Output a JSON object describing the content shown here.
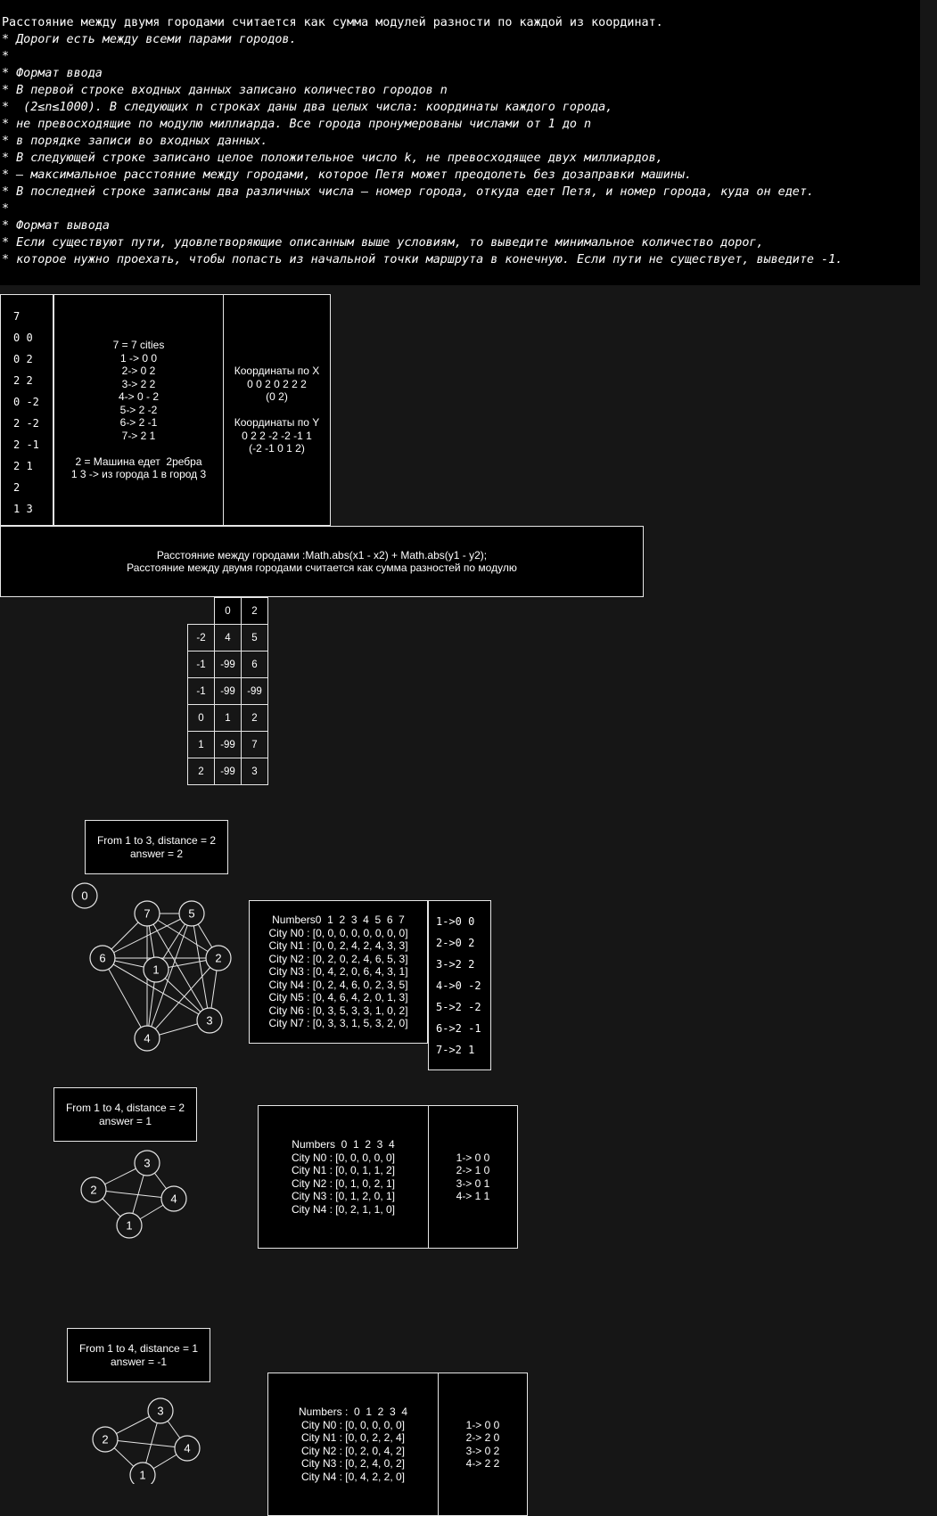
{
  "description": {
    "lines": [
      "Расстояние между двумя городами считается как сумма модулей разности по каждой из координат.",
      "* Дороги есть между всеми парами городов.",
      "*",
      "* Формат ввода",
      "* В первой строке входных данных записано количество городов n",
      "*  (2≤n≤1000). В следующих n строках даны два целых числа: координаты каждого города,",
      "* не превосходящие по модулю миллиарда. Все города пронумерованы числами от 1 до n",
      "* в порядке записи во входных данных.",
      "* В следующей строке записано целое положительное число k, не превосходящее двух миллиардов,",
      "* — максимальное расстояние между городами, которое Петя может преодолеть без дозаправки машины.",
      "* В последней строке записаны два различных числа — номер города, откуда едет Петя, и номер города, куда он едет.",
      "*",
      "* Формат вывода",
      "* Если существуют пути, удовлетворяющие описанным выше условиям, то выведите минимальное количество дорог,",
      "* которое нужно проехать, чтобы попасть из начальной точки маршрута в конечную. Если пути не существует, выведите -1."
    ]
  },
  "input_example": {
    "lines": [
      "7",
      "0 0",
      "0 2",
      "2 2",
      "0 -2",
      "2 -2",
      "2 -1",
      "2 1",
      "2",
      "1 3"
    ]
  },
  "explanation": {
    "text": "7 = 7 cities\n1 -> 0 0\n2-> 0 2\n3-> 2 2\n4-> 0 - 2\n5-> 2 -2\n6-> 2 -1\n7-> 2 1\n\n2 = Машина едет  2ребра\n1 3 -> из города 1 в город 3"
  },
  "coords": {
    "text": "Координаты по X\n0 0 2 0 2 2 2\n(0 2)\n\nКоординаты по Y\n0 2 2 -2 -2 -1 1\n(-2 -1 0 1 2)"
  },
  "distance_note": {
    "text": "Расстояние между городами :Math.abs(x1 - x2) + Math.abs(y1 - y2);\nРасстояние между двумя городами считается как сумма разностей по модулю"
  },
  "grid": {
    "header": [
      "",
      "0",
      "2"
    ],
    "rows": [
      [
        "-2",
        "4",
        "5"
      ],
      [
        "-1",
        "-99",
        "6"
      ],
      [
        "-1",
        "-99",
        "-99"
      ],
      [
        "0",
        "1",
        "2"
      ],
      [
        "1",
        "-99",
        "7"
      ],
      [
        "2",
        "-99",
        "3"
      ]
    ]
  },
  "example1": {
    "result": "From 1 to 3, distance = 2\nanswer = 2",
    "isolated_node": "0",
    "matrix": "Numbers0  1  2  3  4  5  6  7\nCity N0 : [0, 0, 0, 0, 0, 0, 0, 0]\nCity N1 : [0, 0, 2, 4, 2, 4, 3, 3]\nCity N2 : [0, 2, 0, 2, 4, 6, 5, 3]\nCity N3 : [0, 4, 2, 0, 6, 4, 3, 1]\nCity N4 : [0, 2, 4, 6, 0, 2, 3, 5]\nCity N5 : [0, 4, 6, 4, 2, 0, 1, 3]\nCity N6 : [0, 3, 5, 3, 3, 1, 0, 2]\nCity N7 : [0, 3, 3, 1, 5, 3, 2, 0]",
    "coords_list": [
      "1->0 0",
      "2->0 2",
      "3->2 2",
      "4->0 -2",
      "5->2 -2",
      "6->2 -1",
      "7->2 1"
    ],
    "nodes": [
      "1",
      "2",
      "3",
      "4",
      "5",
      "6",
      "7"
    ]
  },
  "example2": {
    "result": "From 1 to 4, distance = 2\nanswer = 1",
    "matrix": "Numbers  0  1  2  3  4\nCity N0 : [0, 0, 0, 0, 0]\nCity N1 : [0, 0, 1, 1, 2]\nCity N2 : [0, 1, 0, 2, 1]\nCity N3 : [0, 1, 2, 0, 1]\nCity N4 : [0, 2, 1, 1, 0]",
    "coords": "1-> 0 0\n2-> 1 0\n3-> 0 1\n4-> 1 1",
    "nodes": [
      "1",
      "2",
      "3",
      "4"
    ]
  },
  "example3": {
    "result": "From 1 to 4, distance = 1\nanswer = -1",
    "matrix": "Numbers :  0  1  2  3  4\nCity N0 : [0, 0, 0, 0, 0]\nCity N1 : [0, 0, 2, 2, 4]\nCity N2 : [0, 2, 0, 4, 2]\nCity N3 : [0, 2, 4, 0, 2]\nCity N4 : [0, 4, 2, 2, 0]",
    "coords": "1-> 0 0\n2-> 2 0\n3-> 0 2\n4-> 2 2",
    "nodes": [
      "1",
      "2",
      "3",
      "4"
    ]
  }
}
